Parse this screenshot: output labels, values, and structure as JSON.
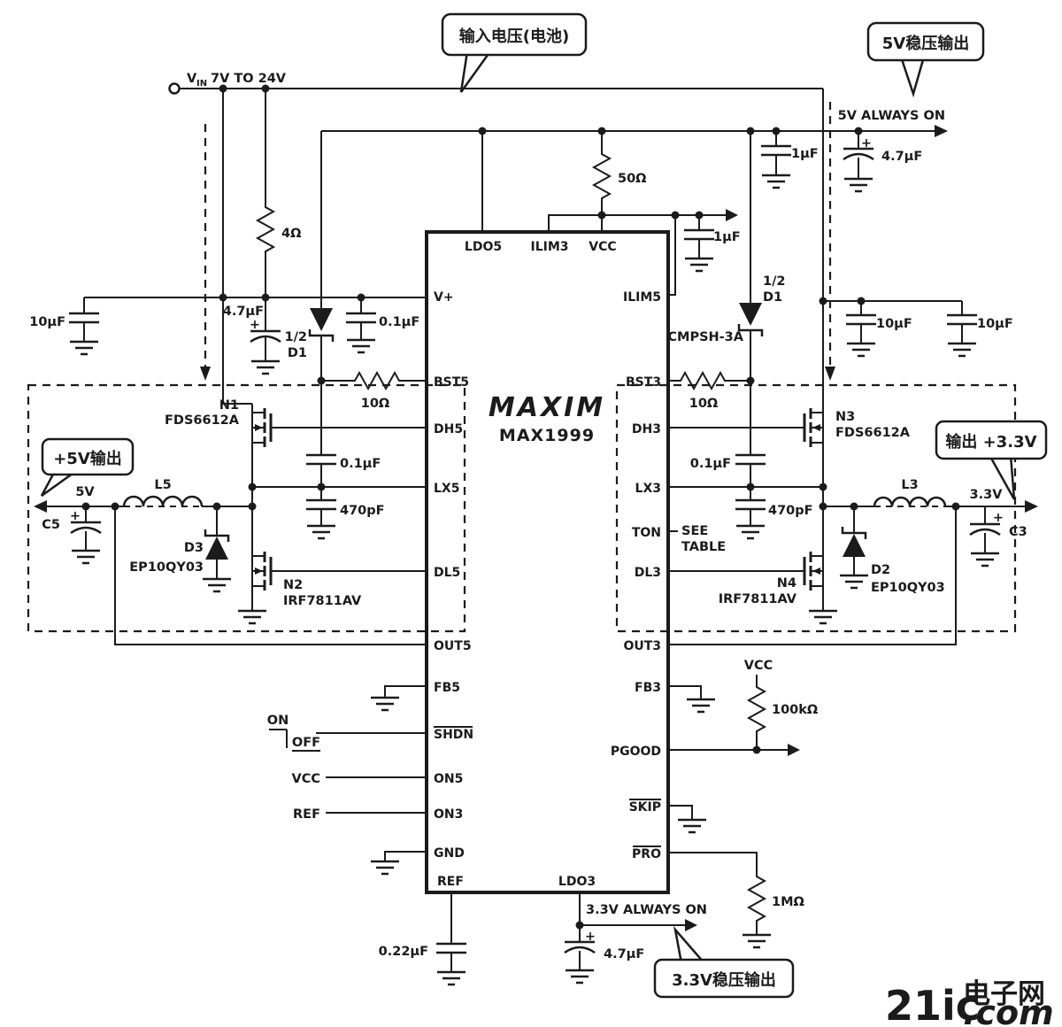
{
  "callouts": {
    "input_voltage": "输入电压(电池)",
    "reg_out_5v": "5V稳压输出",
    "out_plus5v": "+5V输出",
    "out_plus3v3": "输出 +3.3V",
    "reg_out_3v3": "3.3V稳压输出"
  },
  "ic": {
    "brand": "MAXIM",
    "part": "MAX1999",
    "pins_top": [
      "LDO5",
      "ILIM3",
      "VCC"
    ],
    "pins_left": [
      "V+",
      "BST5",
      "DH5",
      "LX5",
      "DL5",
      "OUT5",
      "FB5",
      "SHDN",
      "ON5",
      "ON3",
      "GND"
    ],
    "pins_bottom": [
      "REF",
      "LDO3"
    ],
    "pins_right": [
      "ILIM5",
      "BST3",
      "DH3",
      "LX3",
      "TON",
      "DL3",
      "OUT3",
      "FB3",
      "PGOOD",
      "SKIP",
      "PRO"
    ]
  },
  "nets": {
    "vin_v": "V",
    "vin_sub": "IN",
    "vin_range": "7V TO 24V",
    "rail_5v": "5V ALWAYS ON",
    "rail_3v3": "3.3V ALWAYS ON",
    "v5": "5V",
    "v3v3": "3.3V",
    "on": "ON",
    "off": "OFF",
    "on5_source": "VCC",
    "on3_source": "REF",
    "pullup_source": "VCC",
    "ton_note_1": "SEE",
    "ton_note_2": "TABLE"
  },
  "parts": {
    "r4": "4Ω",
    "r50": "50Ω",
    "r10_left": "10Ω",
    "r10_right": "10Ω",
    "r100k": "100kΩ",
    "r1m": "1MΩ",
    "c10u_in": "10μF",
    "c4u7_vplus": "4.7μF",
    "c0u1_vplus": "0.1μF",
    "c1u_vcc": "1μF",
    "c1u_rail": "1μF",
    "c4u7_rail": "4.7μF",
    "c10u_right1": "10μF",
    "c10u_right2": "10μF",
    "c0u1_bst5": "0.1μF",
    "c470p_left": "470pF",
    "c0u1_bst3": "0.1μF",
    "c470p_right": "470pF",
    "c0u22_ref": "0.22μF",
    "c4u7_ldo3": "4.7μF",
    "c5_ref": "C5",
    "c3_ref": "C3",
    "plus": "+",
    "d1_left_half": "1/2",
    "d1_left_ref": "D1",
    "d1_right_half": "1/2",
    "d1_right_ref": "D1",
    "d1_right_part": "CMPSH-3A",
    "d3_ref": "D3",
    "d3_part": "EP10QY03",
    "d2_ref": "D2",
    "d2_part": "EP10QY03",
    "n1_ref": "N1",
    "n1_part": "FDS6612A",
    "n2_ref": "N2",
    "n2_part": "IRF7811AV",
    "n3_ref": "N3",
    "n3_part": "FDS6612A",
    "n4_ref": "N4",
    "n4_part": "IRF7811AV",
    "l5": "L5",
    "l3": "L3"
  },
  "watermark": {
    "brand": "21ic",
    "cn": "电子网",
    "dotcom": ".com"
  },
  "colors": {
    "ink": "#1b1b1b",
    "wm_pink": "#f0a29e",
    "wm_purple": "#9c9ccd"
  }
}
